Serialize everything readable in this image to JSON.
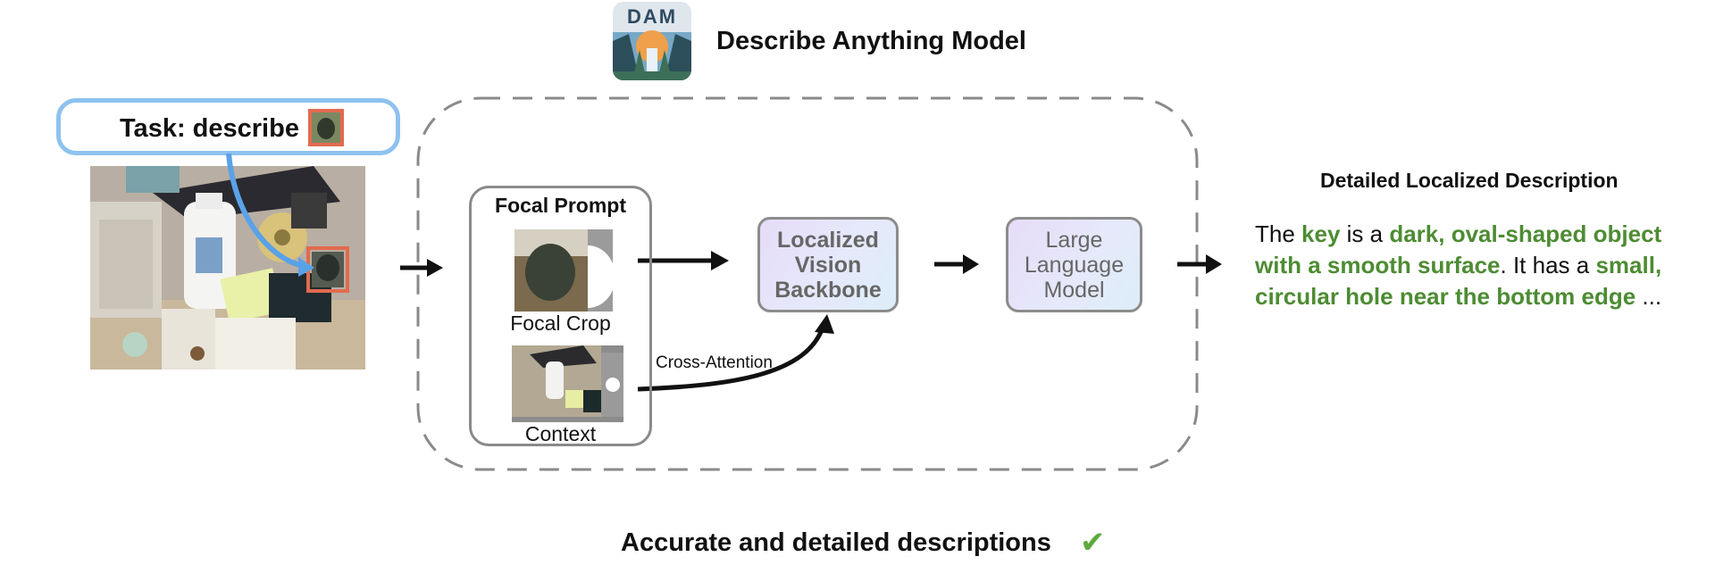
{
  "header": {
    "logo_text": "DAM",
    "title": "Describe Anything Model"
  },
  "task": {
    "label": "Task: describe"
  },
  "focal_prompt": {
    "title": "Focal Prompt",
    "crop_label": "Focal Crop",
    "context_label": "Context"
  },
  "cross_attention_label": "Cross-Attention",
  "blocks": {
    "vision_backbone": "Localized\nVision\nBackbone",
    "llm": "Large\nLanguage\nModel"
  },
  "output": {
    "title": "Detailed Localized Description",
    "segments": [
      {
        "text": "The ",
        "highlight": false
      },
      {
        "text": "key",
        "highlight": true
      },
      {
        "text": " is a ",
        "highlight": false
      },
      {
        "text": "dark, oval-shaped object with a smooth surface",
        "highlight": true
      },
      {
        "text": ". It has a ",
        "highlight": false
      },
      {
        "text": "small, circular hole near the bottom edge",
        "highlight": true
      },
      {
        "text": " ...",
        "highlight": false
      }
    ]
  },
  "footer": {
    "caption": "Accurate and detailed descriptions",
    "check_icon": "check-mark-icon"
  },
  "colors": {
    "task_border": "#8ec2ef",
    "mask_box": "#e26b4e",
    "highlight_text": "#4d8c33",
    "check": "#5eaa3e",
    "dashed_border": "#8a8a8a"
  }
}
